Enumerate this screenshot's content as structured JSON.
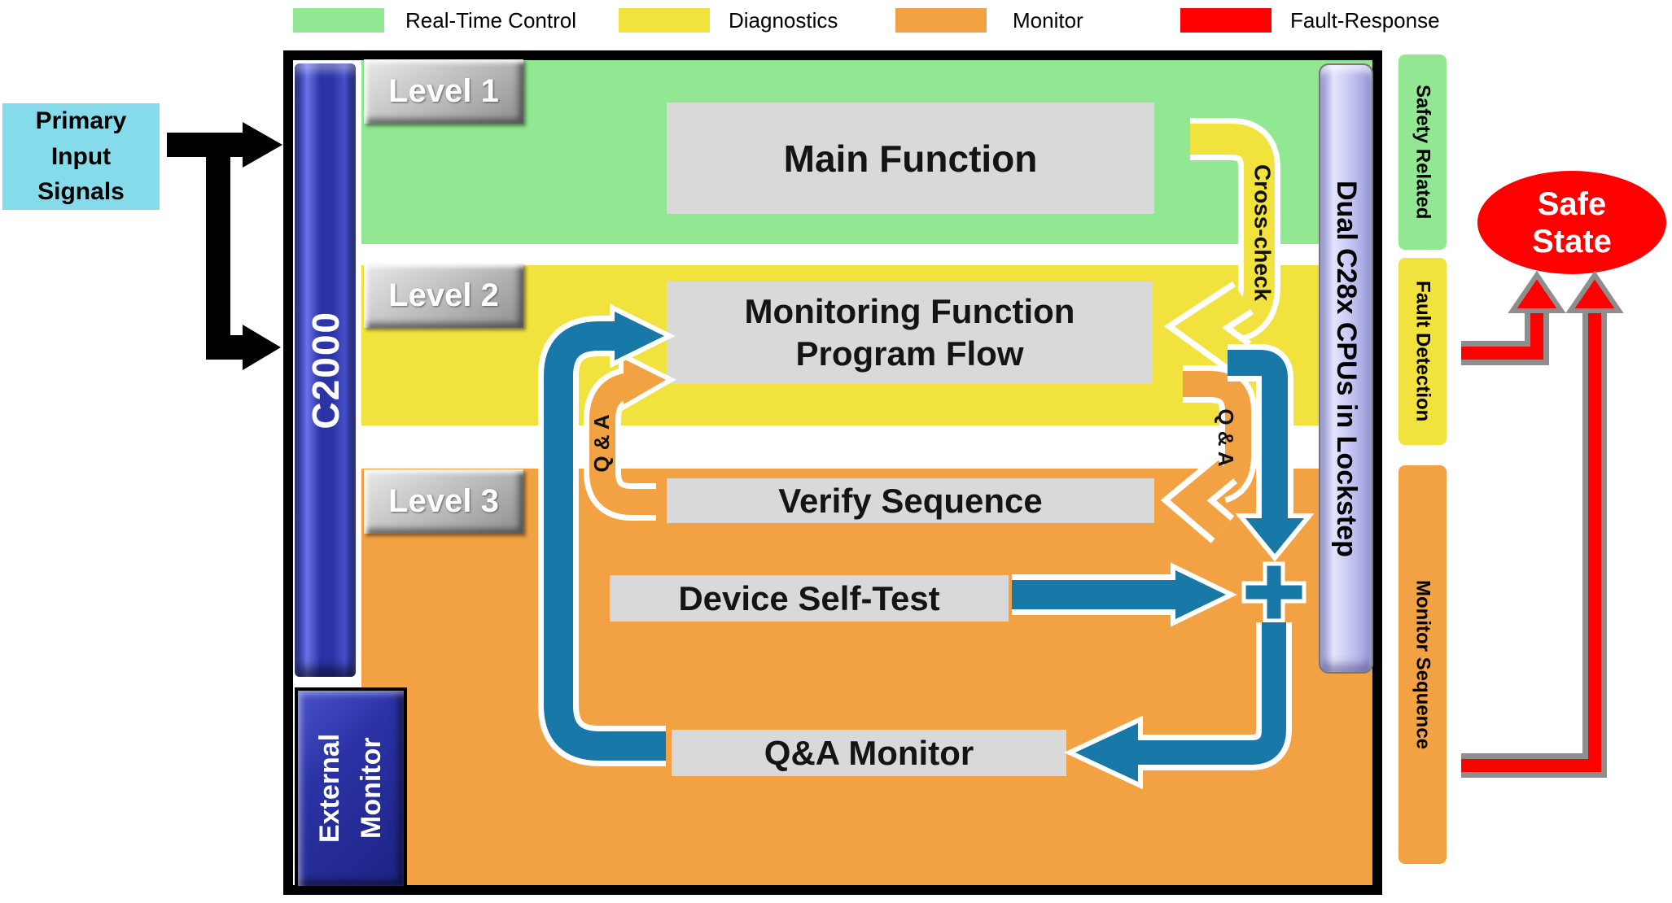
{
  "legend": {
    "items": [
      {
        "label": "Real-Time Control",
        "color": "#92E892"
      },
      {
        "label": "Diagnostics",
        "color": "#F2E23E"
      },
      {
        "label": "Monitor",
        "color": "#F2A143"
      },
      {
        "label": "Fault-Response",
        "color": "#FE0000"
      }
    ]
  },
  "input_block": {
    "label": "Primary Input Signals",
    "color": "#86DBEA"
  },
  "chip_bar": {
    "label": "C2000"
  },
  "external_monitor": {
    "label": "External Monitor"
  },
  "lockstep_bar": {
    "label": "Dual C28x CPUs in Lockstep"
  },
  "levels": [
    {
      "label": "Level 1"
    },
    {
      "label": "Level 2"
    },
    {
      "label": "Level 3"
    }
  ],
  "blocks": {
    "main_function": "Main Function",
    "monitoring_line1": "Monitoring Function",
    "monitoring_line2": "Program Flow",
    "verify_sequence": "Verify Sequence",
    "device_self_test": "Device Self-Test",
    "qa_monitor": "Q&A Monitor"
  },
  "arrow_labels": {
    "cross_check": "Cross-check",
    "qa_left": "Q & A",
    "qa_right": "Q & A"
  },
  "side_bars": [
    {
      "label": "Safety Related",
      "color": "#92E892"
    },
    {
      "label": "Fault Detection",
      "color": "#F2E23E"
    },
    {
      "label": "Monitor Sequence",
      "color": "#F2A143"
    }
  ],
  "safe_state": {
    "line1": "Safe",
    "line2": "State",
    "color": "#FE0000"
  },
  "colors": {
    "band_green": "#92E892",
    "band_yellow": "#F2E23E",
    "band_orange": "#F2A143",
    "teal_arrow": "#1878A8",
    "orange_arrow": "#F2A143",
    "yellow_arrow": "#F2E23E",
    "red_arrow": "#FE0000",
    "red_arrow_outline": "#8E8E8E",
    "gray_box": "#D9D9D9",
    "frame": "#000000",
    "chip_blue": "#2B33A6",
    "lockstep_lavender": "#C9C9F6",
    "input_cyan": "#86DBEA"
  }
}
